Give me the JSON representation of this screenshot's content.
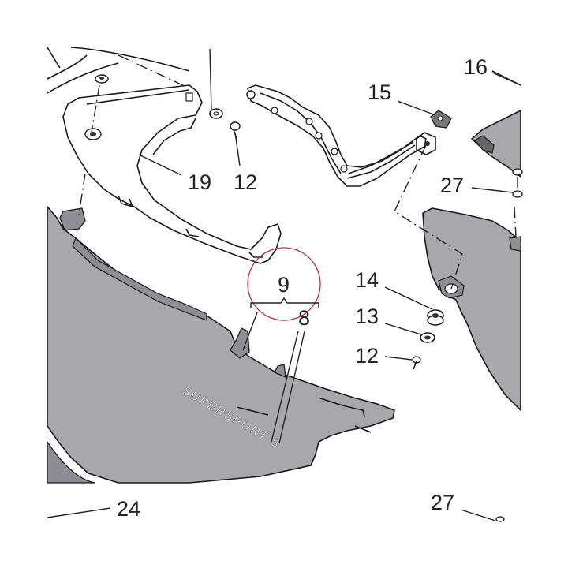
{
  "colors": {
    "background": "#ffffff",
    "panel_fill": "#a8a8ac",
    "panel_dark": "#7c7c82",
    "line": "#222222",
    "highlight_circle": "#c0303a"
  },
  "decal_text": "SUPERSPORT S",
  "callouts": {
    "c16": "16",
    "c15": "15",
    "c19": "19",
    "c12_top": "12",
    "c27_top": "27",
    "c9": "9",
    "c8": "8",
    "c14": "14",
    "c13": "13",
    "c12_bottom": "12",
    "c24": "24",
    "c27_bottom": "27"
  }
}
